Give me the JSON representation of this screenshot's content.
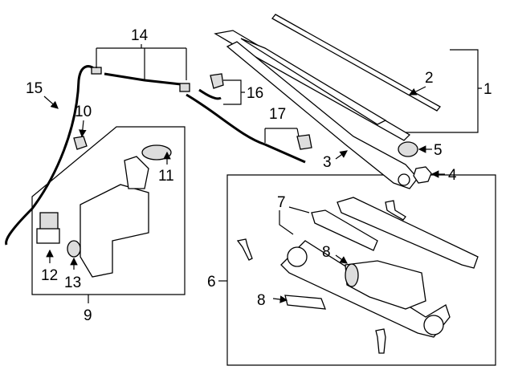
{
  "diagram": {
    "callouts": {
      "c1": "1",
      "c2": "2",
      "c3": "3",
      "c4": "4",
      "c5": "5",
      "c6": "6",
      "c7": "7",
      "c8a": "8",
      "c8b": "8",
      "c9": "9",
      "c10": "10",
      "c11": "11",
      "c12": "12",
      "c13": "13",
      "c14": "14",
      "c15": "15",
      "c16": "16",
      "c17": "17"
    }
  }
}
